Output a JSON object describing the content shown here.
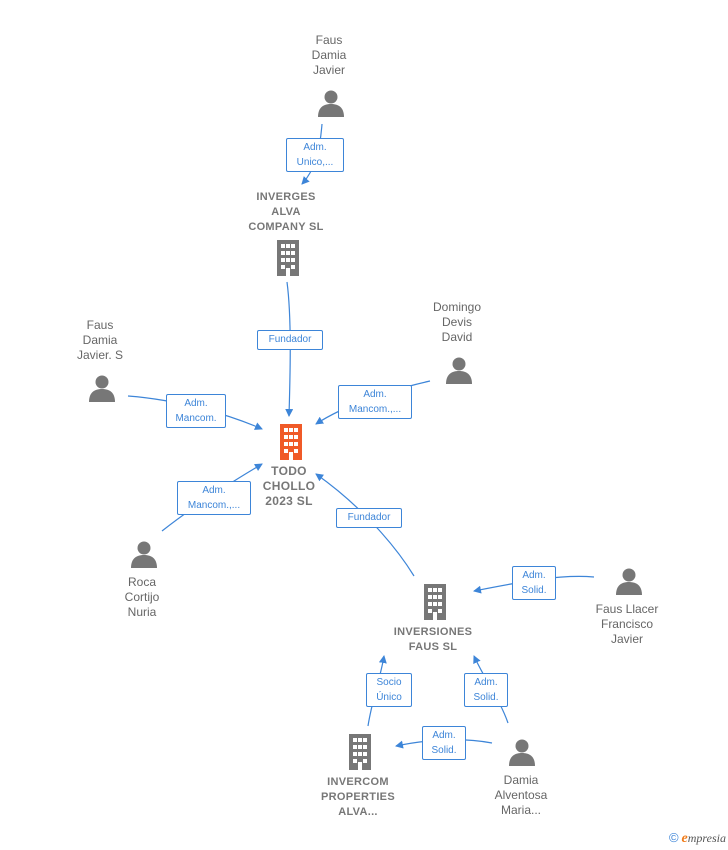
{
  "nodes": {
    "todo_chollo": {
      "label": "TODO\nCHOLLO\n2023  SL",
      "kind": "company-focus"
    },
    "inverges": {
      "label": "INVERGES\nALVA\nCOMPANY  SL",
      "kind": "company"
    },
    "inversiones_faus": {
      "label": "INVERSIONES\nFAUS SL",
      "kind": "company"
    },
    "invercom": {
      "label": "INVERCOM\nPROPERTIES\nALVA...",
      "kind": "company"
    },
    "faus_damia_javier": {
      "label": "Faus\nDamia\nJavier",
      "kind": "person"
    },
    "faus_damia_javier_s": {
      "label": "Faus\nDamia\nJavier.  S",
      "kind": "person"
    },
    "domingo": {
      "label": "Domingo\nDevis\nDavid",
      "kind": "person"
    },
    "roca": {
      "label": "Roca\nCortijo\nNuria",
      "kind": "person"
    },
    "faus_llacer": {
      "label": "Faus Llacer\nFrancisco\nJavier",
      "kind": "person"
    },
    "damia_alventosa": {
      "label": "Damia\nAlventosa\nMaria...",
      "kind": "person"
    }
  },
  "edges": [
    {
      "id": "e1",
      "label": "Adm.\nUnico,..."
    },
    {
      "id": "e2",
      "label": "Fundador"
    },
    {
      "id": "e3",
      "label": "Adm.\nMancom."
    },
    {
      "id": "e4",
      "label": "Adm.\nMancom.,..."
    },
    {
      "id": "e5",
      "label": "Adm.\nMancom.,..."
    },
    {
      "id": "e6",
      "label": "Fundador"
    },
    {
      "id": "e7",
      "label": "Adm.\nSolid."
    },
    {
      "id": "e8",
      "label": "Socio\nÚnico"
    },
    {
      "id": "e9",
      "label": "Adm.\nSolid."
    },
    {
      "id": "e10",
      "label": "Adm.\nSolid."
    }
  ],
  "colors": {
    "edge": "#3d85d8",
    "icon": "#777777",
    "focus": "#f05a28"
  },
  "brand": {
    "copyright": "©",
    "name_first": "e",
    "name_rest": "mpresia"
  }
}
